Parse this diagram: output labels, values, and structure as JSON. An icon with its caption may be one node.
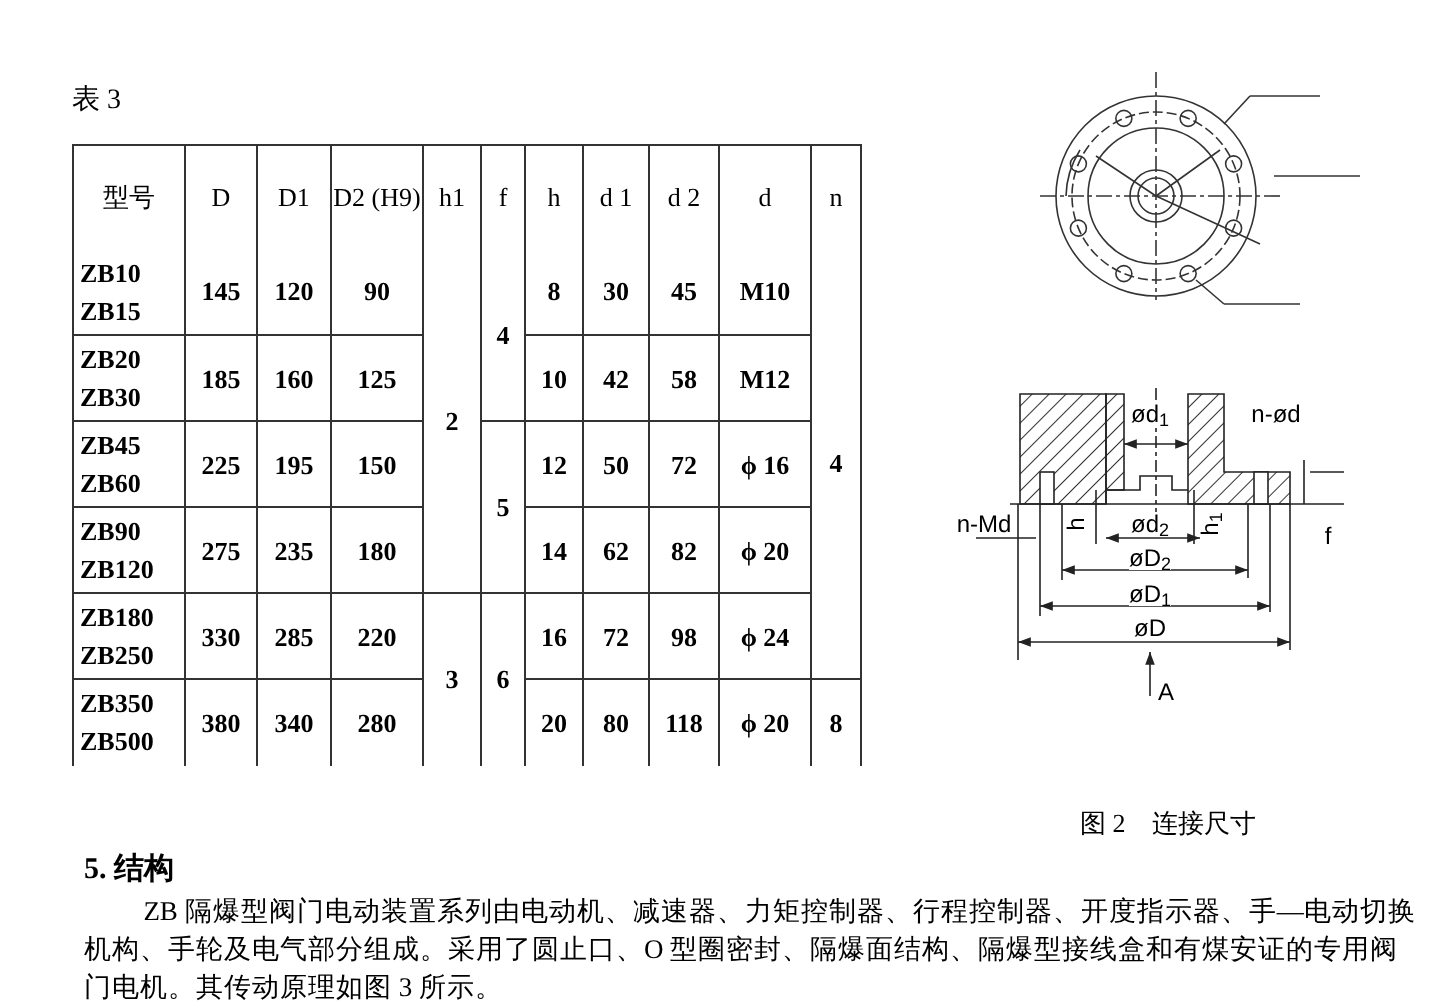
{
  "diagram": {
    "labels": [
      "表 3",
      "型号",
      "D",
      "D1",
      "D2 (H9)",
      "h1",
      "f",
      "h",
      "d 1",
      "d 2",
      "d",
      "n",
      "ZB10 ZB15",
      "145",
      "120",
      "90",
      "2",
      "4",
      "8",
      "30",
      "45",
      "M10",
      "4",
      "ZB20 ZB30",
      "185",
      "160",
      "125",
      "10",
      "42",
      "58",
      "M12",
      "ZB45 ZB60",
      "225",
      "195",
      "150",
      "5",
      "12",
      "50",
      "72",
      "ϕ 16",
      "ZB90 ZB120",
      "275",
      "235",
      "180",
      "14",
      "62",
      "82",
      "ϕ 20",
      "ZB180 ZB250",
      "330",
      "285",
      "220",
      "3",
      "6",
      "16",
      "72",
      "98",
      "ϕ 24",
      "ZB350 ZB500",
      "380",
      "340",
      "280",
      "20",
      "80",
      "118",
      "ϕ 20",
      "8",
      "ød$_{1}$",
      "n-ød",
      "n-Md",
      "h",
      "ød$_{2}$",
      "h$_{1}$",
      "f",
      "øD$_{2}$",
      "øD$_{1}$",
      "øD",
      "A",
      "图 2　连接尺寸",
      "5. 结构",
      "ZB 隔爆型阀门电动装置系列由电动机、减速器、力矩控制器、行程控制器、开度指示器、手—电动切换机构、手轮及电气部分组成。采用了圆止口、O 型圈密封、隔爆面结构、隔爆型接线盒和有煤安证的专用阀门电机。其传动原理如图 3 所示。"
    ]
  }
}
